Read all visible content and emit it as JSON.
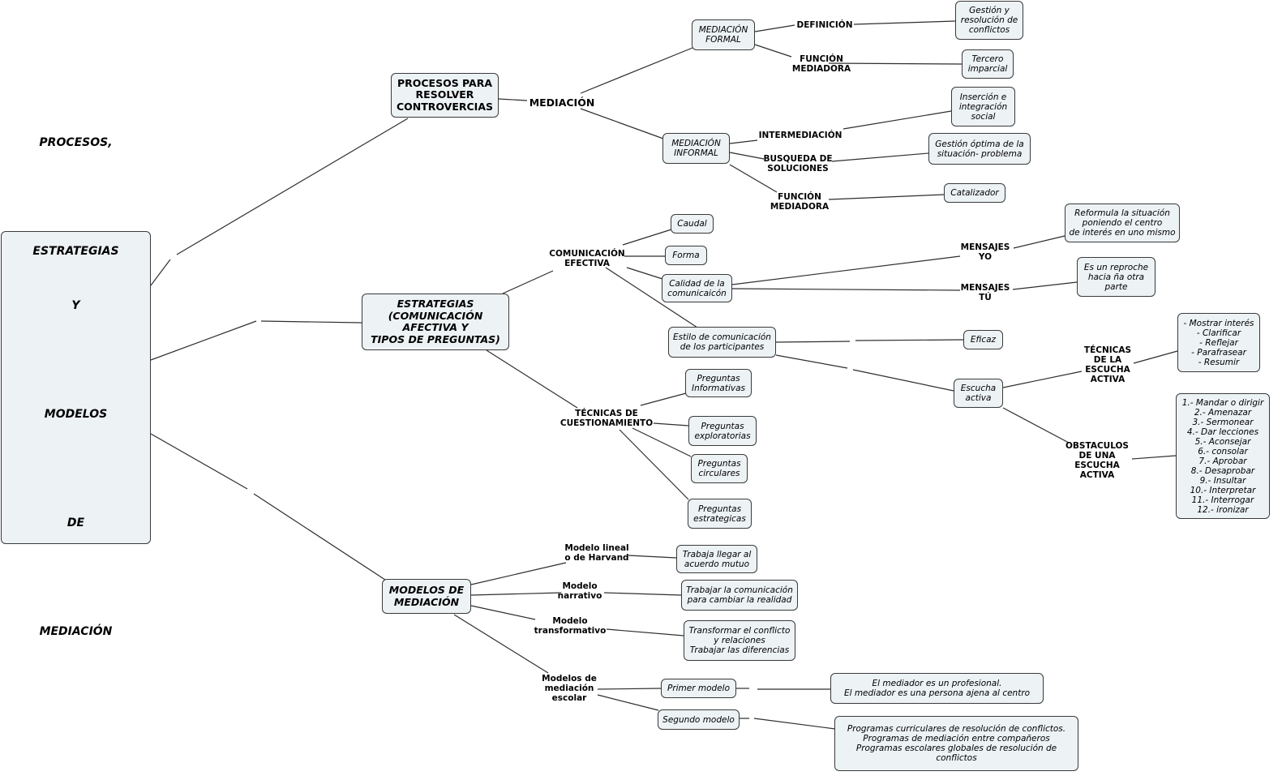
{
  "root": "PROCESOS,\n\nESTRATEGIAS\nY\n\nMODELOS\n\nDE\n\nMEDIACIÓN",
  "main": {
    "procesos": "PROCESOS PARA\nRESOLVER\nCONTROVERCIAS",
    "estrategias": "ESTRATEGIAS\n(COMUNICACIÓN\nAFECTIVA Y\nTIPOS DE  PREGUNTAS)",
    "modelos": "MODELOS  DE\nMEDIACIÓN"
  },
  "labels": {
    "mediacion": "MEDIACIÓN",
    "definicion": "DEFINICIÓN",
    "funcion_mediadora": "FUNCIÓN\nMEDIADORA",
    "intermediacion": "INTERMEDIACIÓN",
    "busqueda": "BUSQUEDA DE\nSOLUCIONES",
    "comunicacion_efectiva": "COMUNICACIÓN\nEFECTIVA",
    "mensajes_yo": "MENSAJES\nYO",
    "mensajes_tu": "MENSAJES\nTÚ",
    "tecnicas_escucha": "TÉCNICAS\nDE LA\nESCUCHA\nACTIVA",
    "obstaculos": "OBSTACULOS\nDE UNA\nESCUCHA\nACTIVA",
    "tecnicas_cuestionamiento": "TÉCNICAS DE\nCUESTIONAMIENTO",
    "harvard": "Modelo lineal\no de Harvand",
    "narrativo": "Modelo\nnarrativo",
    "transformativo": "Modelo\ntransformativo",
    "escolar": "Modelos de\nmediación\nescolar"
  },
  "nodes": {
    "mediacion_formal": "MEDIACIÓN\nFORMAL",
    "mediacion_informal": "MEDIACIÓN\nINFORMAL",
    "gestion_resolucion": "Gestión y\nresolución de\nconflictos",
    "tercero_imparcial": "Tercero\nimparcial",
    "insercion": "Inserción e\nintegración\nsocial",
    "gestion_optima": "Gestión óptima de la\nsituación- problema",
    "catalizador": "Catalizador",
    "caudal": "Caudal",
    "forma": "Forma",
    "calidad": "Calidad de la\ncomunicaicón",
    "estilo": "Estilo de comunicación\nde los participantes",
    "reformula": "Reformula la situación\nponiendo el centro\nde interés en uno mismo",
    "reproche": "Es un reproche\nhacia ña otra\nparte",
    "eficaz": "Eficaz",
    "escucha": "Escucha\nactiva",
    "mostrar_interes": "- Mostrar interés\n- Clarificar\n- Reflejar\n- Parafrasear\n- Resumir",
    "obstaculos_list": "1.- Mandar o dirigir\n2.- Amenazar\n3.- Sermonear\n4.- Dar lecciones\n5.- Aconsejar\n6.- consolar\n7.- Aprobar\n8.- Desaprobar\n9.- Insultar\n10.- Interpretar\n11.- Interrogar\n12.- ironizar",
    "p_informativas": "Preguntas\nInformativas",
    "p_exploratorias": "Preguntas\nexploratorias",
    "p_circulares": "Preguntas\ncirculares",
    "p_estrategicas": "Preguntas\nestrategicas",
    "trabaja_acuerdo": "Trabaja llegar al\nacuerdo mutuo",
    "trabajar_comunicacion": "Trabajar la comunicación\npara cambiar la realidad",
    "transformar": "Transformar el conflicto\ny relaciones\nTrabajar las diferencias",
    "primer_modelo": "Primer modelo",
    "segundo_modelo": "Segundo modelo",
    "mediador": "El mediador es un profesional.\nEl mediador es una persona ajena al centro",
    "programas": "Programas curriculares de resolución de conflictos.\nProgramas de mediación entre compañeros\nProgramas escolares globales de resolución de conflictos"
  }
}
